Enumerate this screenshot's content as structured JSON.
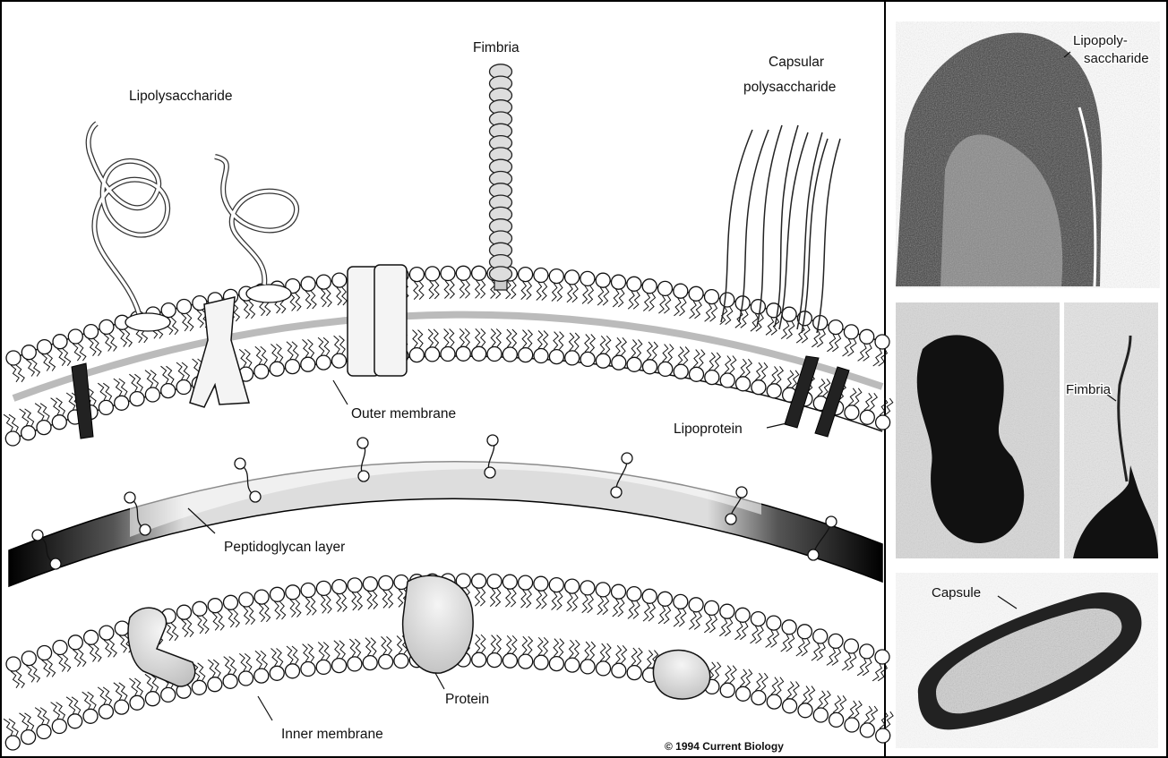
{
  "figure": {
    "labels": {
      "lipolysaccharide": "Lipolysaccharide",
      "fimbria": "Fimbria",
      "capsular_line1": "Capsular",
      "capsular_line2": "polysaccharide",
      "outer_membrane": "Outer membrane",
      "lipoprotein": "Lipoprotein",
      "peptidoglycan": "Peptidoglycan layer",
      "protein": "Protein",
      "inner_membrane": "Inner membrane",
      "copyright": "© 1994 Current Biology"
    },
    "micrographs": {
      "top_line1": "Lipopoly-",
      "top_line2": "saccharide",
      "middle": "Fimbria",
      "bottom": "Capsule"
    }
  }
}
